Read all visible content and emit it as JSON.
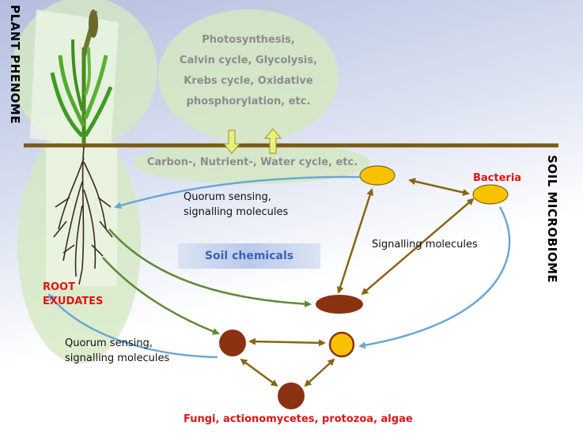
{
  "labels": {
    "plant_phenome": "PLANT PHENOME",
    "soil_microbiome": "SOIL MICROBIOME",
    "processes": [
      "Photosynthesis,",
      "Calvin cycle, Glycolysis,",
      "Krebs cycle, Oxidative",
      "phosphorylation, etc."
    ],
    "cycles": "Carbon-, Nutrient-, Water cycle, etc.",
    "quorum_top": [
      "Quorum sensing,",
      "signalling molecules"
    ],
    "quorum_bottom": [
      "Quorum sensing,",
      "signalling molecules"
    ],
    "soil_chemicals": "Soil chemicals",
    "signalling": "Signalling molecules",
    "bacteria": "Bacteria",
    "root_exudates": [
      "ROOT",
      "EXUDATES"
    ],
    "fungi": "Fungi, actionomycetes, protozoa, algae"
  },
  "colors": {
    "ground": "#7a5a12",
    "ellipse_fill": "#d5e8c2",
    "blue_arrow": "#6aa7d6",
    "green_arrow": "#5f8a34",
    "brown_arrow": "#8a6414",
    "yellow_organism": "#f7c300",
    "brown_organism": "#8b3212"
  }
}
